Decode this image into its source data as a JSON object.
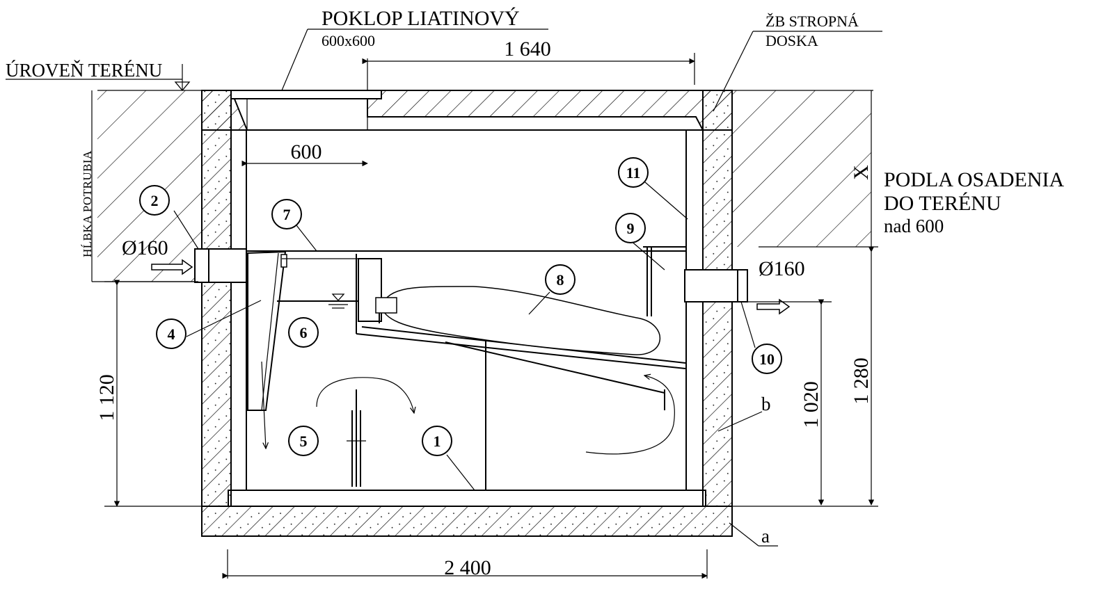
{
  "labels": {
    "cover_title": "POKLOP LIATINOVÝ",
    "cover_size": "600x600",
    "slab_line1": "ŽB STROPNÁ",
    "slab_line2": "DOSKA",
    "ground_level": "ÚROVEŇ TERÉNU",
    "pipe_depth": "HĹBKA POTRUBIA",
    "depth_symbol": "X",
    "depth_note_line1": "PODLA OSADENIA",
    "depth_note_line2": "DO TERÉNU",
    "depth_note_line3": "nad 600",
    "inlet_diameter": "Ø160",
    "outlet_diameter": "Ø160",
    "wall_a": "a",
    "wall_b": "b"
  },
  "dimensions": {
    "top_inner": "1 640",
    "opening": "600",
    "total_width": "2 400",
    "inlet_height": "1 120",
    "outlet_height": "1 020",
    "total_height": "1 280"
  },
  "callouts": [
    "1",
    "2",
    "4",
    "5",
    "6",
    "7",
    "8",
    "9",
    "10",
    "11"
  ],
  "colors": {
    "line": "#000000",
    "background": "#ffffff"
  }
}
